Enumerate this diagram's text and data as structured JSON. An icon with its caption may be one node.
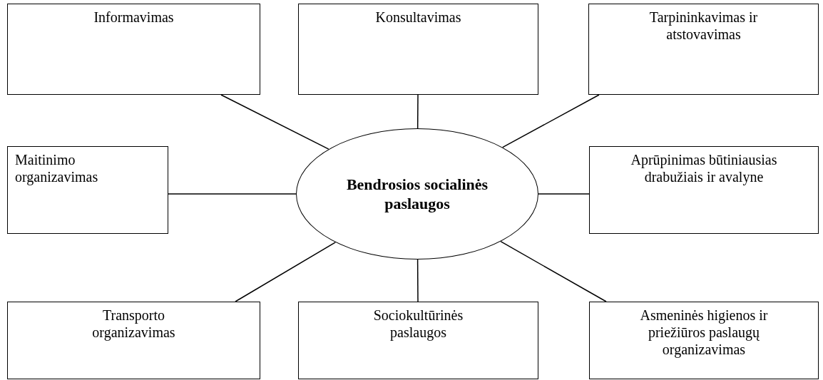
{
  "diagram": {
    "nodes": [
      {
        "text": [
          "Informavimas"
        ]
      },
      {
        "text": [
          "Konsultavimas"
        ]
      },
      {
        "text": [
          "Tarpininkavimas ir atstovavimas"
        ]
      },
      {
        "text": [
          "Maitinimo organizavimas"
        ]
      },
      {
        "text": [
          "Bendrosios socialinės paslaugos"
        ]
      },
      {
        "text": [
          "Aprūpinimas būtiniausias drabužiais ir avalyne"
        ]
      },
      {
        "text": [
          "Transporto organizavimas"
        ]
      },
      {
        "text": [
          "Sociokultūrinės paslaugos"
        ]
      },
      {
        "text": [
          "Asmeninės higienos ir priežiūros paslaugų organizavimas"
        ]
      }
    ],
    "edges": [
      {
        "from": 4,
        "to": 0,
        "arrow": "none"
      },
      {
        "from": 4,
        "to": 1,
        "arrow": "none"
      },
      {
        "from": 4,
        "to": 2,
        "arrow": "none"
      },
      {
        "from": 4,
        "to": 3,
        "arrow": "none"
      },
      {
        "from": 4,
        "to": 5,
        "arrow": "none"
      },
      {
        "from": 4,
        "to": 6,
        "arrow": "none"
      },
      {
        "from": 4,
        "to": 7,
        "arrow": "none"
      },
      {
        "from": 4,
        "to": 8,
        "arrow": "none"
      }
    ]
  }
}
